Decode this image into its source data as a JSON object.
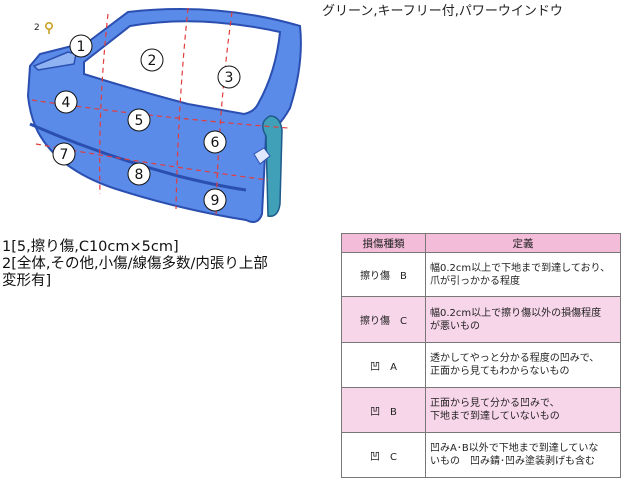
{
  "header": {
    "title": "グリーン,キーフリー付,パワーウインドウ"
  },
  "diagram": {
    "marker_label": "2",
    "regions": [
      "1",
      "2",
      "3",
      "4",
      "5",
      "6",
      "7",
      "8",
      "9"
    ],
    "colors": {
      "door_fill": "#5b8be8",
      "door_edge": "#2a4fb0",
      "window": "#ffffff",
      "dashed": "#e23c3c",
      "marker": "#c9a227"
    }
  },
  "damage_notes": [
    "1[5,擦り傷,C10cm×5cm]",
    "2[全体,その他,小傷/線傷多数/内張り上部",
    "変形有]"
  ],
  "definition_table": {
    "headers": [
      "損傷種類",
      "定義"
    ],
    "rows": [
      {
        "type": "擦り傷　B",
        "lines": [
          "幅0.2cm以上で下地まで到達しており、",
          "爪が引っかかる程度"
        ]
      },
      {
        "type": "擦り傷　C",
        "lines": [
          "幅0.2cm以上で擦り傷以外の損傷程度",
          "が悪いもの"
        ]
      },
      {
        "type": "凹　A",
        "lines": [
          "透かしてやっと分かる程度の凹みで、",
          "正面から見てもわからないもの"
        ]
      },
      {
        "type": "凹　B",
        "lines": [
          "正面から見て分かる凹みで、",
          "下地まで到達していないもの"
        ]
      },
      {
        "type": "凹　C",
        "lines": [
          "凹みA･B以外で下地まで到達していな",
          "いもの　凹み錆･凹み塗装剥げも含む"
        ]
      }
    ]
  }
}
